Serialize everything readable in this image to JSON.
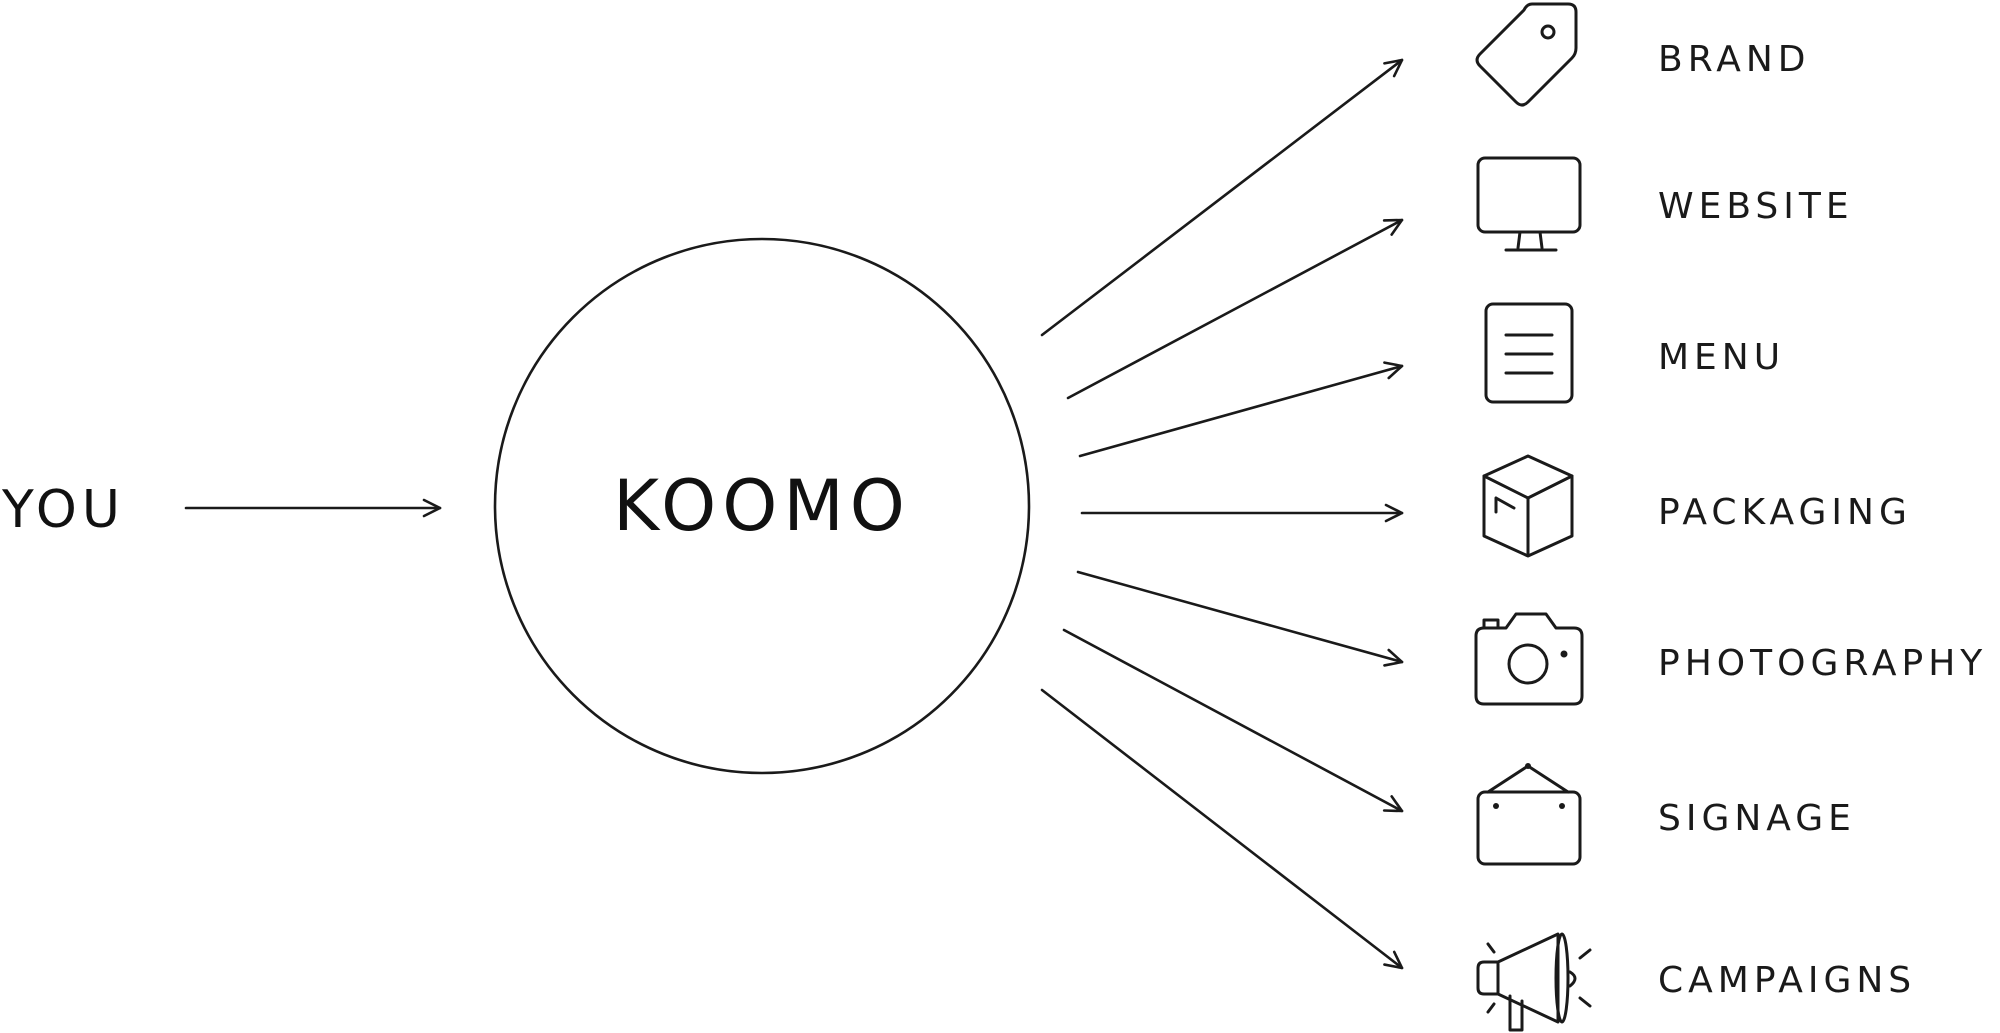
{
  "source": {
    "label": "YOU"
  },
  "hub": {
    "label": "KOOMO"
  },
  "outputs": [
    {
      "label": "BRAND",
      "icon": "tag-icon"
    },
    {
      "label": "WEBSITE",
      "icon": "monitor-icon"
    },
    {
      "label": "MENU",
      "icon": "document-icon"
    },
    {
      "label": "PACKAGING",
      "icon": "box-icon"
    },
    {
      "label": "PHOTOGRAPHY",
      "icon": "camera-icon"
    },
    {
      "label": "SIGNAGE",
      "icon": "hanging-sign-icon"
    },
    {
      "label": "CAMPAIGNS",
      "icon": "megaphone-icon"
    }
  ],
  "colors": {
    "ink": "#1a1a1a",
    "background": "#ffffff"
  }
}
